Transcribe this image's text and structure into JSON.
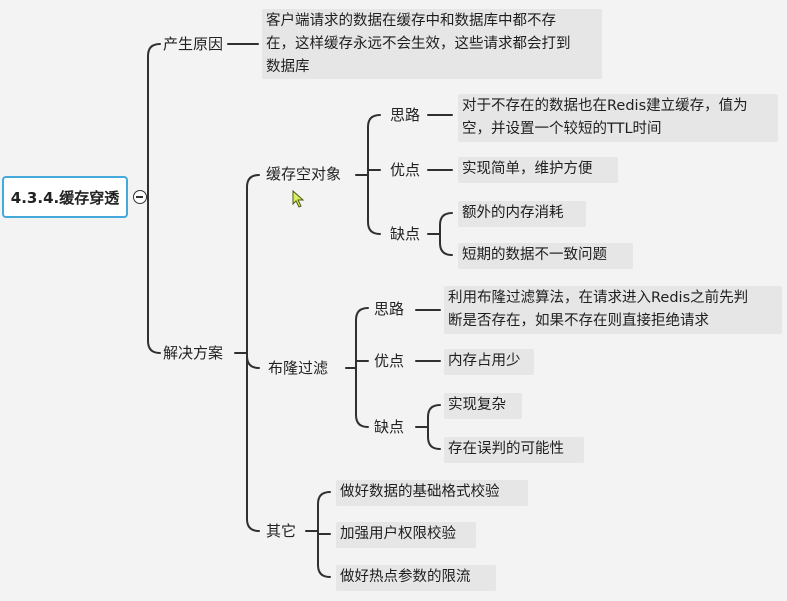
{
  "root": {
    "label": "4.3.4.缓存穿透"
  },
  "cause": {
    "label": "产生原因",
    "text": [
      "客户端请求的数据在缓存中和数据库中都不存",
      "在，这样缓存永远不会生效，这些请求都会打到",
      "数据库"
    ]
  },
  "solutions": {
    "label": "解决方案",
    "empty_object": {
      "label": "缓存空对象",
      "idea_label": "思路",
      "idea_text": [
        "对于不存在的数据也在Redis建立缓存，值为",
        "空，并设置一个较短的TTL时间"
      ],
      "pros_label": "优点",
      "pros_text": "实现简单，维护方便",
      "cons_label": "缺点",
      "cons": [
        "额外的内存消耗",
        "短期的数据不一致问题"
      ]
    },
    "bloom_filter": {
      "label": "布隆过滤",
      "idea_label": "思路",
      "idea_text": [
        "利用布隆过滤算法，在请求进入Redis之前先判",
        "断是否存在，如果不存在则直接拒绝请求"
      ],
      "pros_label": "优点",
      "pros_text": "内存占用少",
      "cons_label": "缺点",
      "cons": [
        "实现复杂",
        "存在误判的可能性"
      ]
    },
    "other": {
      "label": "其它",
      "items": [
        "做好数据的基础格式校验",
        "加强用户权限校验",
        "做好热点参数的限流"
      ]
    }
  },
  "colors": {
    "line": "#303030",
    "root_border": "#45a9dc",
    "leaf_bg": "#e6e6e6",
    "background": "#f3f3f3"
  }
}
